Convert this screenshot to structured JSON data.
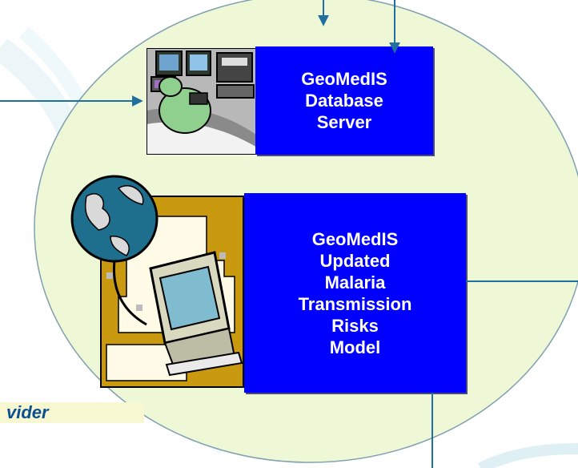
{
  "diagram": {
    "database_box": {
      "label": "GeoMedIS\nDatabase\nServer"
    },
    "model_box": {
      "label": "GeoMedIS\nUpdated\nMalaria\nTransmission\nRisks\nModel"
    },
    "provider_label": "vider"
  },
  "colors": {
    "ellipse_fill": "#eef7d6",
    "box_fill": "#0000ff",
    "box_text": "#ffffff",
    "connector": "#1f6f9f",
    "provider_text": "#0b4f8e",
    "provider_fill": "#f7f7d2"
  },
  "icons": [
    "control-room-clipart-icon",
    "globe-computer-clipart-icon"
  ]
}
